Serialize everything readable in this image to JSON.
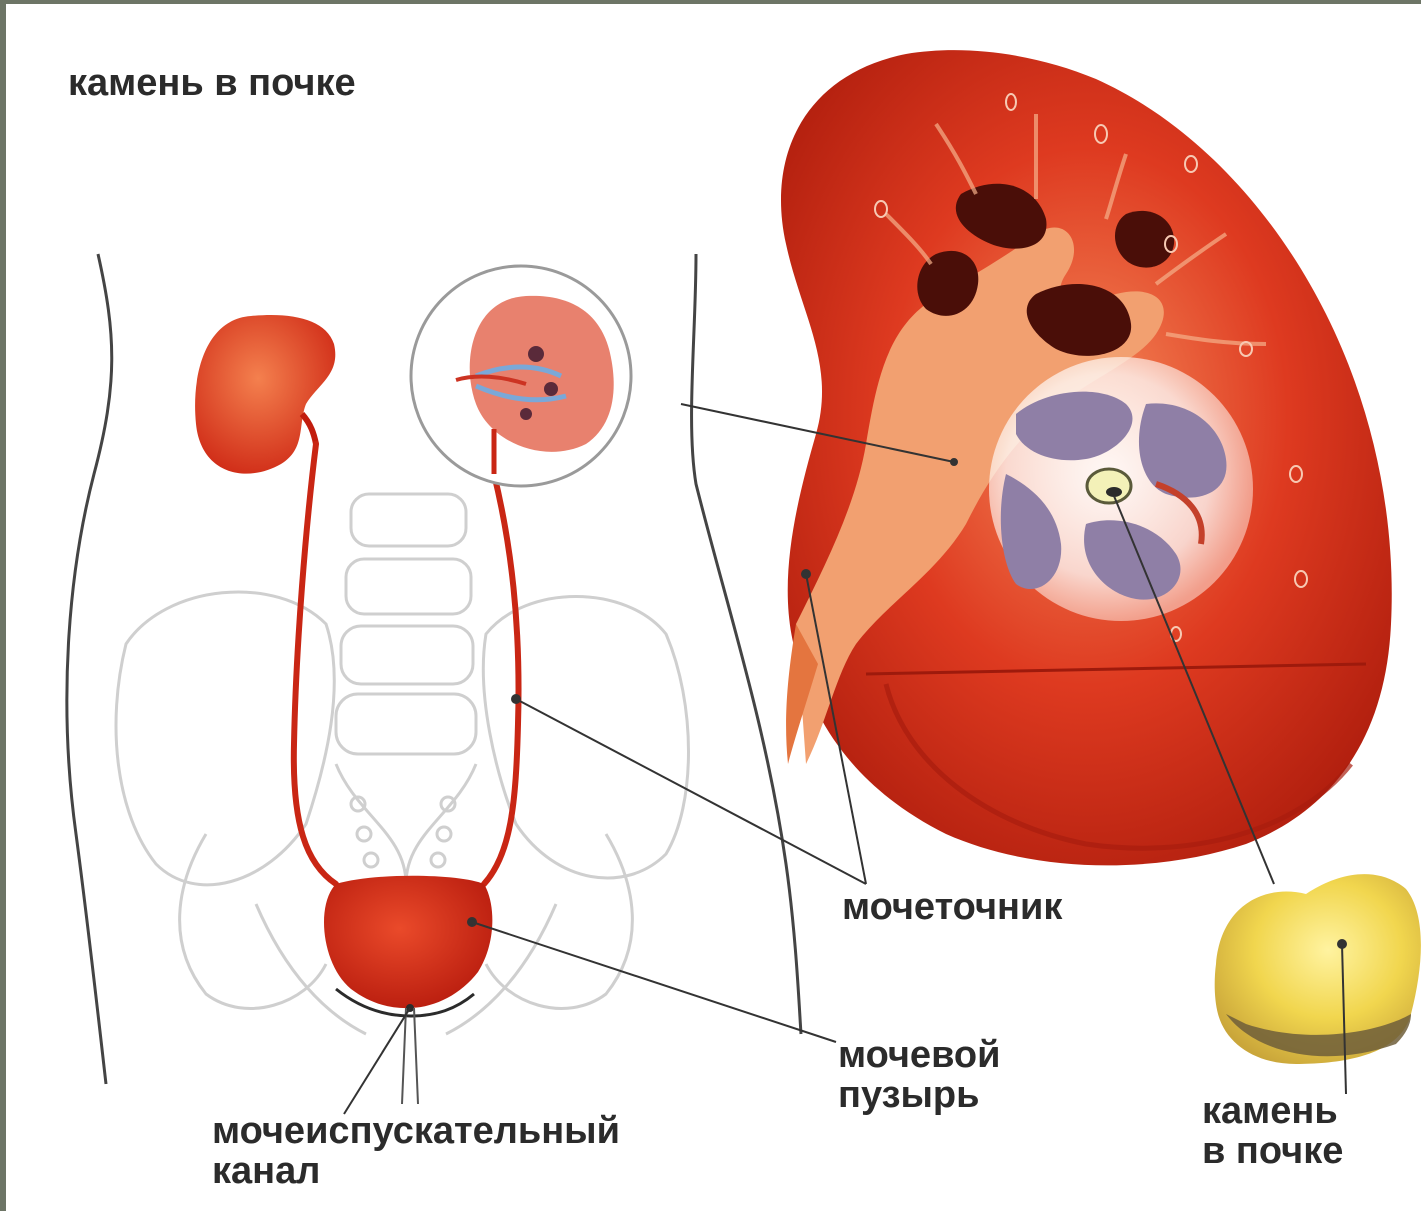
{
  "title": "камень в почке",
  "labels": {
    "ureter": "мочеточник",
    "bladder_line1": "мочевой",
    "bladder_line2": "пузырь",
    "urethra_line1": "мочеиспускательный",
    "urethra_line2": "канал",
    "stone_line1": "камень",
    "stone_line2": "в почке"
  },
  "colors": {
    "frame": "#6d7566",
    "organ_red": "#d42a1a",
    "organ_dark": "#a3180e",
    "organ_light": "#f07a4a",
    "pelvis_orange": "#f2a070",
    "cavity_dark": "#4a0e08",
    "stone_yellow": "#f3dc63",
    "stone_dark": "#6e5e3a",
    "magnifier_lilac": "#8f7fa6",
    "outline_gray": "#cfcfcf",
    "body_line": "#444444",
    "text": "#2b2b2b"
  }
}
